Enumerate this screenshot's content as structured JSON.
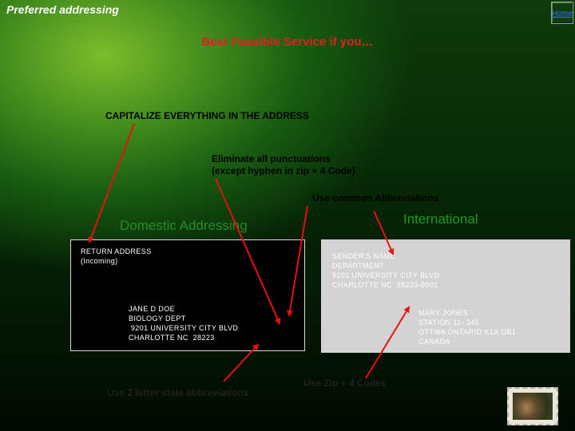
{
  "slide": {
    "title": "Preferred addressing",
    "home_label": "Home",
    "headline": "Best Possible Service if you…"
  },
  "tips": {
    "capitalize": "CAPITALIZE EVERYTHING IN THE ADDRESS",
    "punctuation_line1": "Eliminate all punctuations",
    "punctuation_line2": "(except hyphen in zip + 4 Code)",
    "abbreviations": "Use common Abbreviations",
    "state": "Use 2 letter state abbreviations",
    "zip": "Use Zip + 4 Codes"
  },
  "domestic": {
    "heading": "Domestic Addressing",
    "return_address": [
      "RETURN ADDRESS",
      "(Incoming)"
    ],
    "recipient": [
      "JANE D DOE",
      "BIOLOGY DEPT",
      " 9201 UNIVERSITY CITY BLVD",
      "CHARLOTTE NC  28223"
    ]
  },
  "international": {
    "heading": "International",
    "sender": [
      "SENDER'S NAME",
      "DEPARTMENT",
      "9201 UNIVERSITY CITY BLVD",
      "CHARLOTTE NC  28223-0001"
    ],
    "recipient": [
      "MARY JONES",
      "STATION 11- 345",
      "OTTWA ONTARIO K1A OB1",
      "CANADA"
    ]
  },
  "colors": {
    "headline": "#e02020",
    "arrow": "#e81010",
    "domestic_heading": "#2a8a2a",
    "intl_heading": "#1f9a1f",
    "intl_envelope": "#d3d3d3"
  },
  "icons": {
    "stamp": "stamp-icon",
    "home": "home-button"
  }
}
